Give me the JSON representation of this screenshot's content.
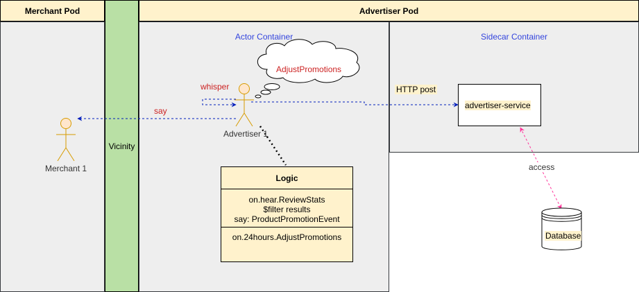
{
  "pods": {
    "merchant": {
      "label": "Merchant Pod"
    },
    "advertiser": {
      "label": "Advertiser Pod"
    }
  },
  "vicinity": {
    "label": "Vicinity"
  },
  "containers": {
    "actor": {
      "label": "Actor Container"
    },
    "sidecar": {
      "label": "Sidecar Container"
    }
  },
  "actors": {
    "advertiser": {
      "label": "Advertiser 1"
    },
    "merchant": {
      "label": "Merchant 1"
    }
  },
  "thought": {
    "label": "AdjustPromotions"
  },
  "edges": {
    "whisper": "whisper",
    "say": "say",
    "http": "HTTP post",
    "access": "access"
  },
  "service": {
    "label": "advertiser-service"
  },
  "database": {
    "label": "Database"
  },
  "logic": {
    "title": "Logic",
    "line1": "on.hear.ReviewStats",
    "line2": "$filter results",
    "line3": "say: ProductPromotionEvent",
    "line4": "on.24hours.AdjustPromotions"
  },
  "colors": {
    "pod_header": "#fff2cc",
    "region": "#eeeeee",
    "vicinity": "#b9e0a5",
    "actor_fill": "#ffe6cc",
    "actor_stroke": "#d79b00",
    "arrow_blue": "#001dbc",
    "arrow_pink": "#ff3399",
    "container_label": "#3344dd",
    "edge_label_red": "#cc2222"
  }
}
